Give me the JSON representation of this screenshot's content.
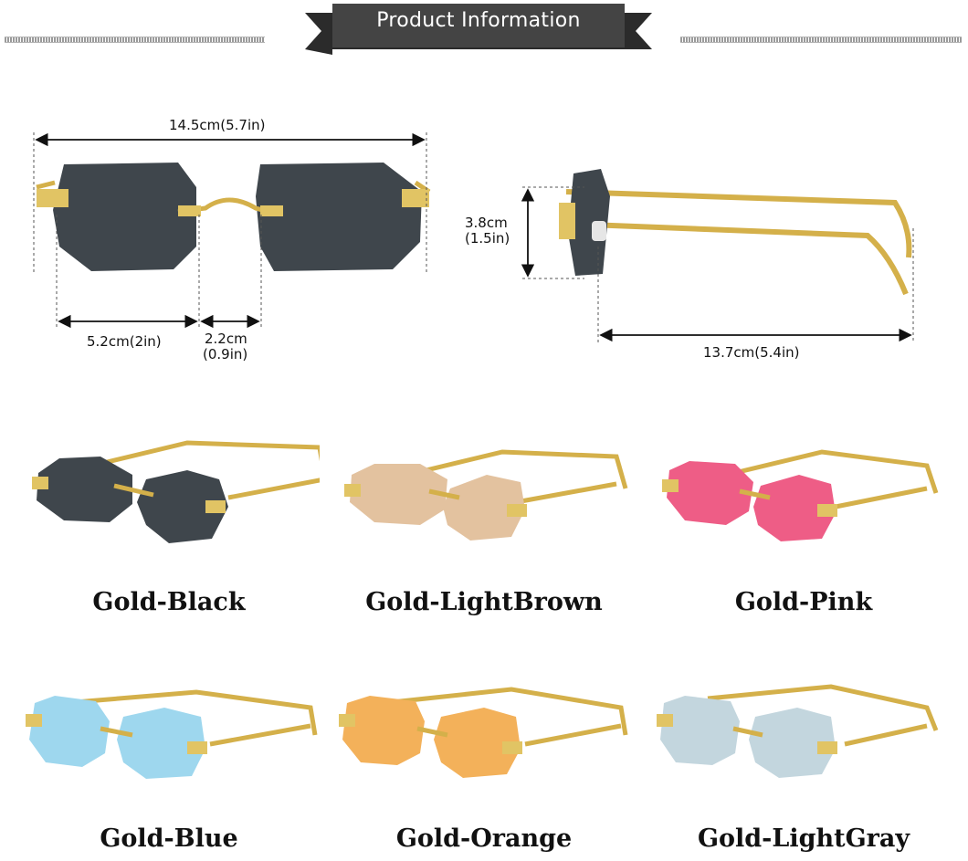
{
  "header": {
    "title": "Product Information"
  },
  "dimensions": {
    "total_width": "14.5cm(5.7in)",
    "lens_width": "5.2cm(2in)",
    "bridge_width_cm": "2.2cm",
    "bridge_width_in": "(0.9in)",
    "lens_height_cm": "3.8cm",
    "lens_height_in": "(1.5in)",
    "temple_length": "13.7cm(5.4in)"
  },
  "colors": {
    "frame_gold": "#d4b04a",
    "banner": "#3f3f3f"
  },
  "variants": [
    {
      "label": "Gold-Black",
      "lens_color": "#3f464c"
    },
    {
      "label": "Gold-LightBrown",
      "lens_color": "#e3c29f"
    },
    {
      "label": "Gold-Pink",
      "lens_color": "#ee5d86"
    },
    {
      "label": "Gold-Blue",
      "lens_color": "#9ed7ee"
    },
    {
      "label": "Gold-Orange",
      "lens_color": "#f3b15a"
    },
    {
      "label": "Gold-LightGray",
      "lens_color": "#c3d6de"
    }
  ]
}
